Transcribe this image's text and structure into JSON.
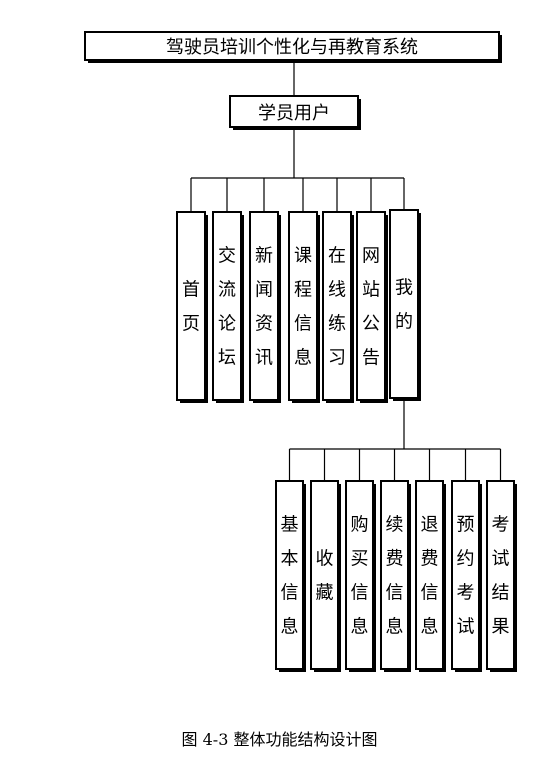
{
  "root": {
    "label": "驾驶员培训个性化与再教育系统"
  },
  "user": {
    "label": "学员用户"
  },
  "modules": [
    "首页",
    "交流论坛",
    "新闻资讯",
    "课程信息",
    "在线练习",
    "网站公告",
    "我的"
  ],
  "my_items": [
    "基本信息",
    "收藏",
    "购买信息",
    "续费信息",
    "退费信息",
    "预约考试",
    "考试结果"
  ],
  "caption": "图 4-3 整体功能结构设计图"
}
